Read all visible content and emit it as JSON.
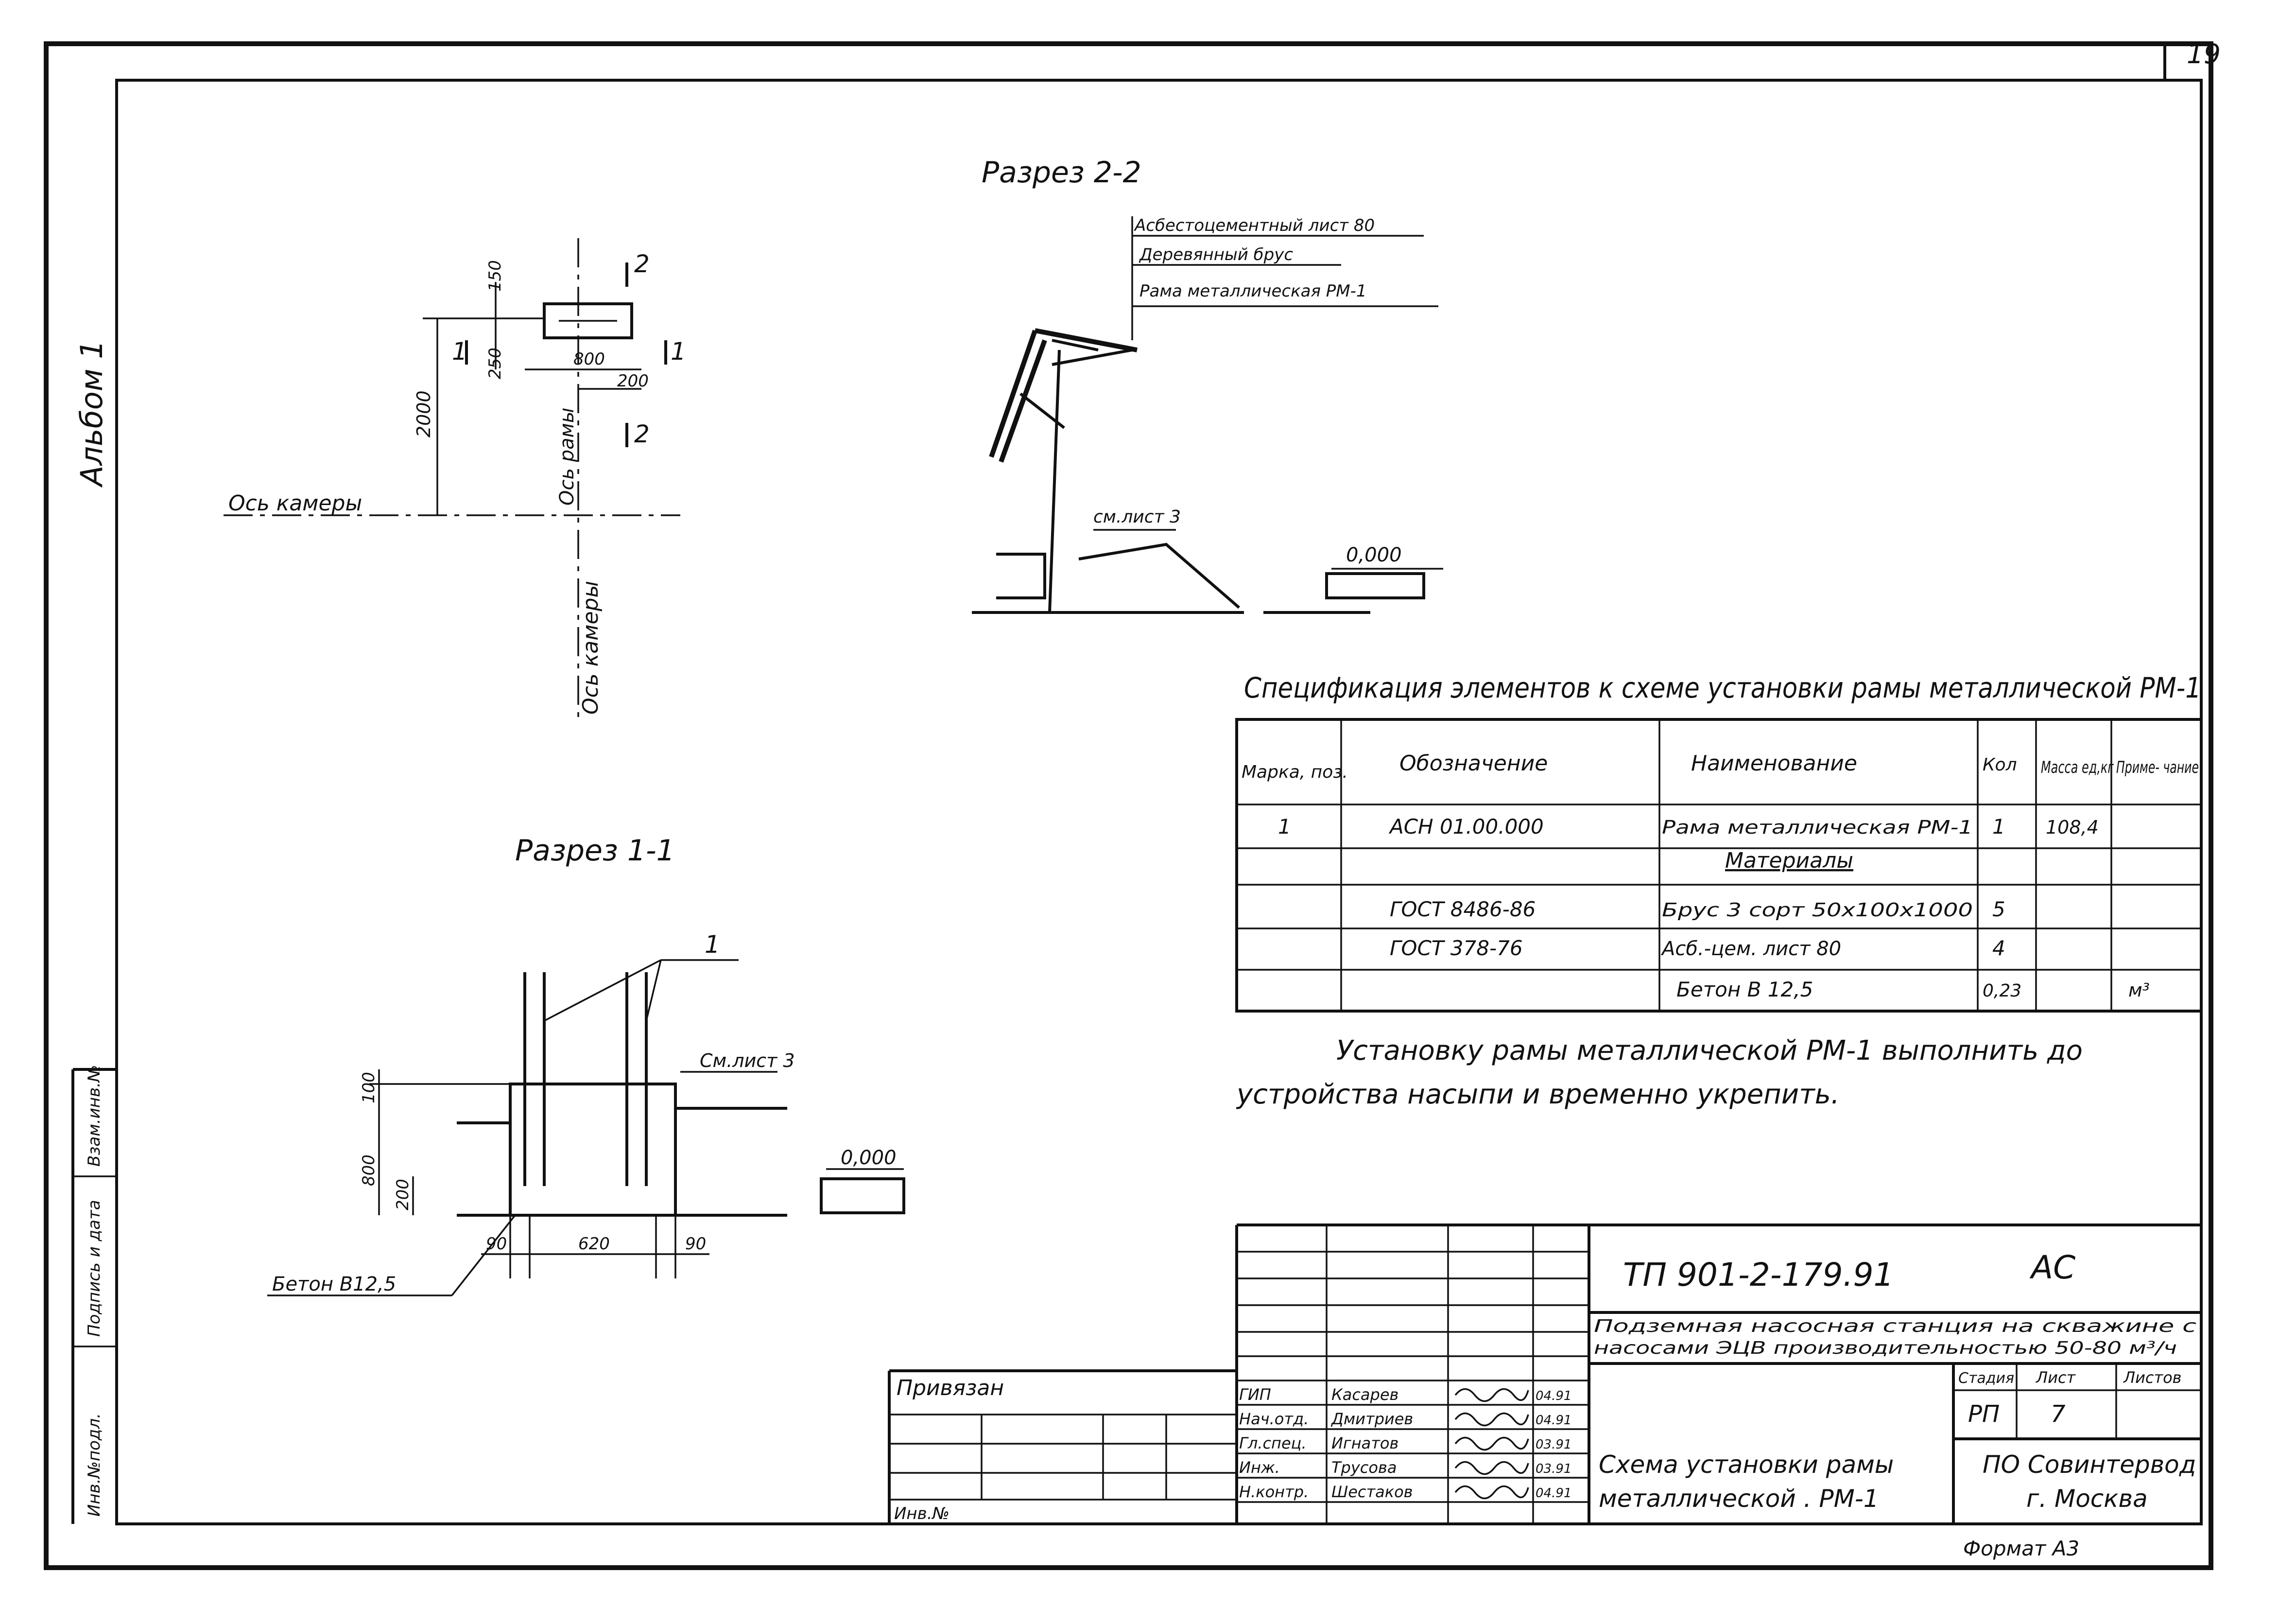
{
  "sheet_number": "19",
  "side_album": "Альбом 1",
  "side_stamp": [
    "Инв.№подл.",
    "Подпись и дата",
    "Взам.инв.№"
  ],
  "section_2_2": {
    "title": "Разрез 2-2",
    "leader_labels": [
      "Асбестоцементный лист 80",
      "Деревянный брус",
      "Рама металлическая РМ-1"
    ],
    "see_sheet": "см.лист 3",
    "level": "0,000"
  },
  "plan_scheme": {
    "cut_marks": [
      "1",
      "1",
      "2",
      "2"
    ],
    "dims": [
      "150",
      "250",
      "800",
      "200",
      "2000"
    ],
    "frame_axis": "Ось рамы",
    "chamber_axis": "Ось камеры"
  },
  "section_1_1": {
    "title": "Разрез 1-1",
    "pos_mark": "1",
    "see_sheet": "См.лист 3",
    "level": "0,000",
    "dims": [
      "100",
      "800",
      "200",
      "90",
      "620",
      "90"
    ],
    "concrete": "Бетон В12,5"
  },
  "spec": {
    "title": "Спецификация элементов к схеме установки рамы металлической РМ-1",
    "headers": [
      "Марка, поз.",
      "Обозначение",
      "Наименование",
      "Кол",
      "Масса ед,кг",
      "Приме- чание"
    ],
    "rows": [
      [
        "1",
        "АСН 01.00.000",
        "Рама металлическая РМ-1",
        "1",
        "108,4",
        ""
      ],
      [
        "",
        "",
        "Материалы",
        "",
        "",
        ""
      ],
      [
        "",
        "ГОСТ 8486-86",
        "Брус 3 сорт 50х100х1000",
        "5",
        "",
        ""
      ],
      [
        "",
        "ГОСТ 378-76",
        "Асб.-цем. лист 80",
        "4",
        "",
        ""
      ],
      [
        "",
        "",
        "Бетон В 12,5",
        "0,23",
        "",
        "м³"
      ]
    ]
  },
  "note": [
    "Установку рамы металлической РМ-1 выполнить до",
    "устройства насыпи и временно укрепить."
  ],
  "title_block": {
    "doc_code": "ТП 901-2-179.91",
    "mark": "АС",
    "project": [
      "Подземная насосная станция на скважине с",
      "насосами ЭЦВ производительностью 50-80 м³/ч"
    ],
    "stage_hdr": [
      "Стадия",
      "Лист",
      "Листов"
    ],
    "stage": "РП",
    "sheet": "7",
    "drawing": [
      "Схема установки рамы",
      "металлической . РМ-1"
    ],
    "org": [
      "ПО Совинтервод",
      "г. Москва"
    ],
    "roles": [
      "ГИП",
      "Нач.отд.",
      "Гл.спец.",
      "Инж.",
      "Н.контр."
    ],
    "names": [
      "Касарев",
      "Дмитриев",
      "Игнатов",
      "Трусова",
      "Шестаков"
    ],
    "dates": [
      "04.91",
      "04.91",
      "03.91",
      "03.91",
      "04.91"
    ],
    "bound": "Привязан",
    "inv": "Инв.№"
  },
  "format": "Формат А3"
}
